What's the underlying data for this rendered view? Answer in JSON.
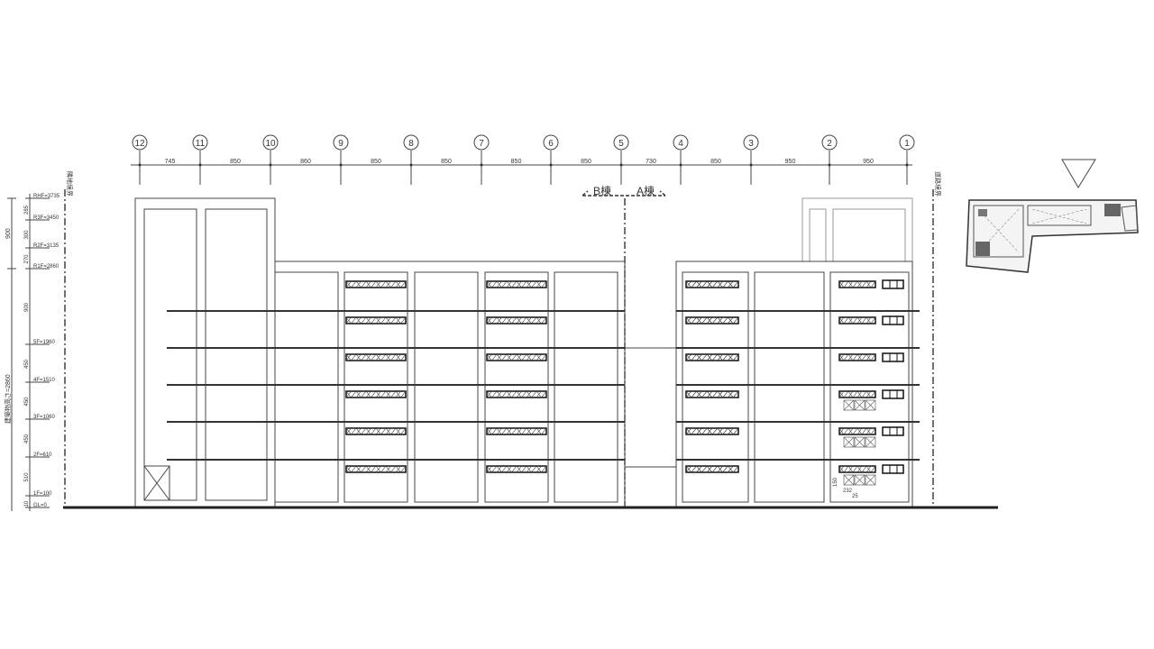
{
  "drawing": {
    "axes": [
      {
        "label": "12",
        "dim": "745"
      },
      {
        "label": "11",
        "dim": "850"
      },
      {
        "label": "10",
        "dim": "860"
      },
      {
        "label": "9",
        "dim": "850"
      },
      {
        "label": "8",
        "dim": "850"
      },
      {
        "label": "7",
        "dim": "850"
      },
      {
        "label": "6",
        "dim": "850"
      },
      {
        "label": "5",
        "dim": "730"
      },
      {
        "label": "4",
        "dim": "850"
      },
      {
        "label": "3",
        "dim": "950"
      },
      {
        "label": "2",
        "dim": "950"
      },
      {
        "label": "1",
        "dim": ""
      }
    ],
    "building_b_label": "B棟",
    "building_a_label": "A棟",
    "left_boundary_label": "隣地境界",
    "right_boundary_label": "道路境界",
    "levels": [
      "RHF=3735",
      "R3F=3450",
      "R2F=3135",
      "R1F=2860",
      "5F=1960",
      "4F=1510",
      "3F=1060",
      "2F=610",
      "1F=100",
      "GL=0"
    ],
    "level_dims": [
      "285",
      "300",
      "270",
      "900",
      "450",
      "450",
      "450",
      "510",
      "10"
    ],
    "outer_dims": [
      "900",
      "建築物高さ=2860"
    ],
    "detail_dims": [
      "150",
      "232",
      "25"
    ]
  }
}
